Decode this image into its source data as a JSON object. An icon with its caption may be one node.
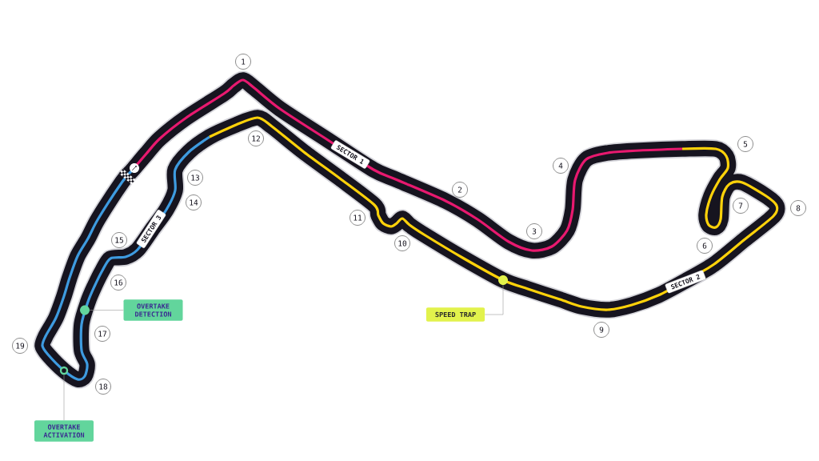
{
  "diagram": {
    "nodes": [
      {
        "text": [
          "1"
        ]
      },
      {
        "text": [
          "2"
        ]
      },
      {
        "text": [
          "3"
        ]
      },
      {
        "text": [
          "4"
        ]
      },
      {
        "text": [
          "5"
        ]
      },
      {
        "text": [
          "6"
        ]
      },
      {
        "text": [
          "7"
        ]
      },
      {
        "text": [
          "8"
        ]
      },
      {
        "text": [
          "9"
        ]
      },
      {
        "text": [
          "10"
        ]
      },
      {
        "text": [
          "11"
        ]
      },
      {
        "text": [
          "12"
        ]
      },
      {
        "text": [
          "13"
        ]
      },
      {
        "text": [
          "14"
        ]
      },
      {
        "text": [
          "15"
        ]
      },
      {
        "text": [
          "16"
        ]
      },
      {
        "text": [
          "17"
        ]
      },
      {
        "text": [
          "18"
        ]
      },
      {
        "text": [
          "19"
        ]
      },
      {
        "text": [
          "SECTOR 1"
        ]
      },
      {
        "text": [
          "SECTOR 2"
        ]
      },
      {
        "text": [
          "SECTOR 3"
        ]
      },
      {
        "text": [
          "SPEED TRAP"
        ]
      },
      {
        "text": [
          "OVERTAKE DETECTION"
        ]
      },
      {
        "text": [
          "OVERTAKE ACTIVATION"
        ]
      },
      {
        "text": [],
        "shape": "circle"
      },
      {
        "text": [],
        "shape": "circle"
      },
      {
        "text": [],
        "shape": "circle"
      }
    ],
    "edges": [
      {
        "from": 22,
        "to": 25,
        "arrow": "none"
      },
      {
        "from": 23,
        "to": 26,
        "arrow": "none"
      },
      {
        "from": 24,
        "to": 27,
        "arrow": "none"
      }
    ]
  }
}
